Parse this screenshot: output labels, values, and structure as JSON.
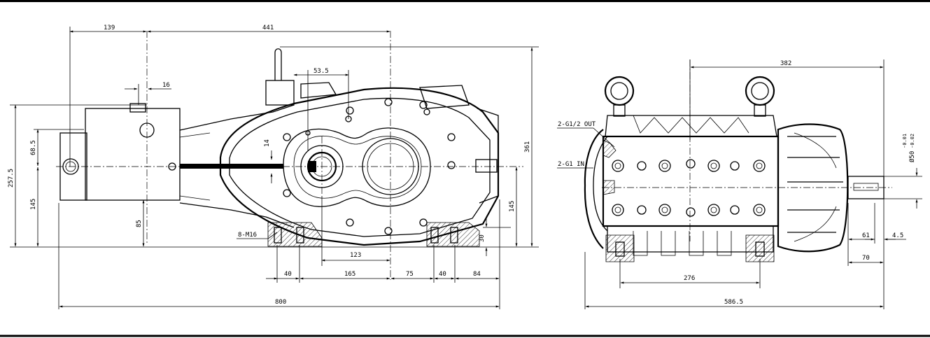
{
  "drawing": {
    "border_color": "#000000",
    "front_view": {
      "dims": {
        "d139": "139",
        "d441": "441",
        "d16": "16",
        "d53_5": "53.5",
        "d14": "14",
        "d68_5": "68.5",
        "d257_5": "257.5",
        "d145_left": "145",
        "d85": "85",
        "d361": "361",
        "d145_right": "145",
        "d30": "30",
        "d123": "123",
        "d40a": "40",
        "d165": "165",
        "d75": "75",
        "d40b": "40",
        "d84": "84",
        "d800": "800"
      },
      "labels": {
        "bolts": "8-M16"
      }
    },
    "side_view": {
      "dims": {
        "d382": "382",
        "d276": "276",
        "d586_5": "586.5",
        "d61": "61",
        "d4_5": "4.5",
        "d70": "70",
        "shaft_dia": "Ø50",
        "tol_upper": "-0.01",
        "tol_lower": "-0.02"
      },
      "labels": {
        "outlet": "2-G1/2 OUT",
        "inlet": "2-G1 IN"
      }
    }
  }
}
